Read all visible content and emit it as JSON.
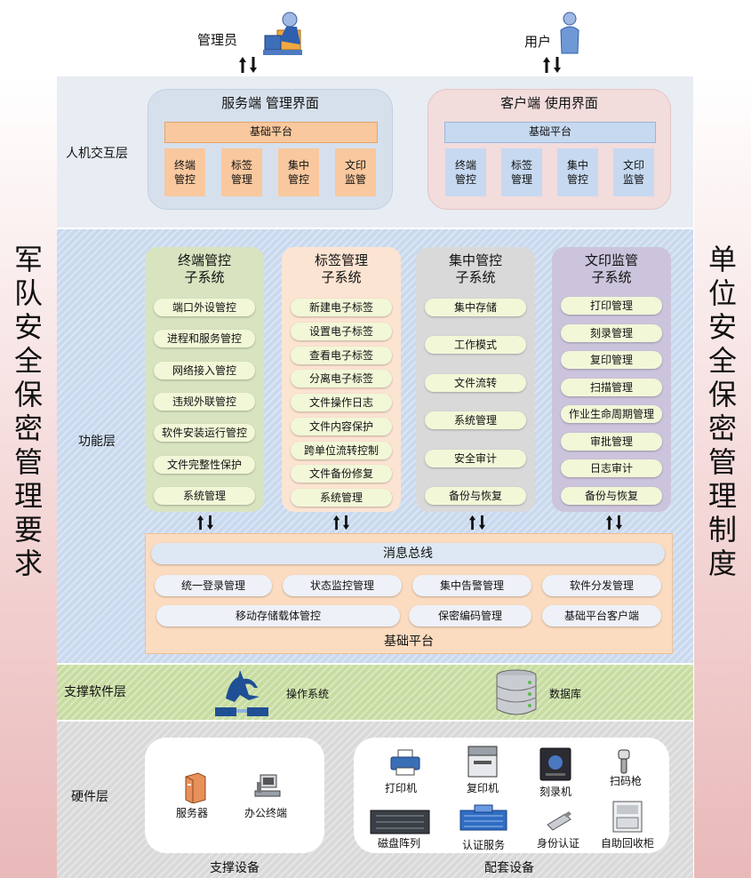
{
  "users": {
    "admin": "管理员",
    "user": "用户"
  },
  "left_side": [
    "军",
    "队",
    "安",
    "全",
    "保",
    "密",
    "管",
    "理",
    "要",
    "求"
  ],
  "right_side": [
    "单",
    "位",
    "安",
    "全",
    "保",
    "密",
    "管",
    "理",
    "制",
    "度"
  ],
  "layers": {
    "hci": "人机交互层",
    "func": "功能层",
    "support_sw": "支撑软件层",
    "hardware": "硬件层"
  },
  "server_panel": {
    "title": "服务端  管理界面",
    "platform": "基础平台",
    "modules": [
      "终端\n管控",
      "标签\n管理",
      "集中\n管控",
      "文印\n监管"
    ]
  },
  "client_panel": {
    "title": "客户端  使用界面",
    "platform": "基础平台",
    "modules": [
      "终端\n管控",
      "标签\n管理",
      "集中\n管控",
      "文印\n监管"
    ]
  },
  "subsystems": [
    {
      "title": "终端管控\n子系统",
      "items": [
        "端口外设管控",
        "进程和服务管控",
        "网络接入管控",
        "违规外联管控",
        "软件安装运行管控",
        "文件完整性保护",
        "系统管理"
      ]
    },
    {
      "title": "标签管理\n子系统",
      "items": [
        "新建电子标签",
        "设置电子标签",
        "查看电子标签",
        "分离电子标签",
        "文件操作日志",
        "文件内容保护",
        "跨单位流转控制",
        "文件备份修复",
        "系统管理"
      ]
    },
    {
      "title": "集中管控\n子系统",
      "items": [
        "集中存储",
        "工作模式",
        "文件流转",
        "系统管理",
        "安全审计",
        "备份与恢复"
      ]
    },
    {
      "title": "文印监管\n子系统",
      "items": [
        "打印管理",
        "刻录管理",
        "复印管理",
        "扫描管理",
        "作业生命周期管理",
        "审批管理",
        "日志审计",
        "备份与恢复"
      ]
    }
  ],
  "platform": {
    "bus": "消息总线",
    "row1": [
      "统一登录管理",
      "状态监控管理",
      "集中告警管理",
      "软件分发管理"
    ],
    "row2": [
      "移动存储载体管控",
      "保密编码管理",
      "基础平台客户端"
    ],
    "label": "基础平台"
  },
  "support_sw": {
    "os": "操作系统",
    "db": "数据库"
  },
  "hardware": {
    "support_label": "支撑设备",
    "support_devices": [
      "服务器",
      "办公终端"
    ],
    "peripheral_label": "配套设备",
    "peripheral_devices": [
      "打印机",
      "复印机",
      "刻录机",
      "扫码枪",
      "磁盘阵列",
      "认证服务",
      "身份认证",
      "自助回收柜"
    ]
  },
  "colors": {
    "server_panel": "#d6e0ec",
    "client_panel": "#f2dcdc",
    "orange_module": "#f9c89e",
    "blue_module": "#c6d9f1",
    "col1": "#d8e4c0",
    "col2": "#fce4d2",
    "col3": "#d9d9d9",
    "col4": "#ccc4dc",
    "pill": "#f2f7d8",
    "platform": "#fcdcc0"
  }
}
